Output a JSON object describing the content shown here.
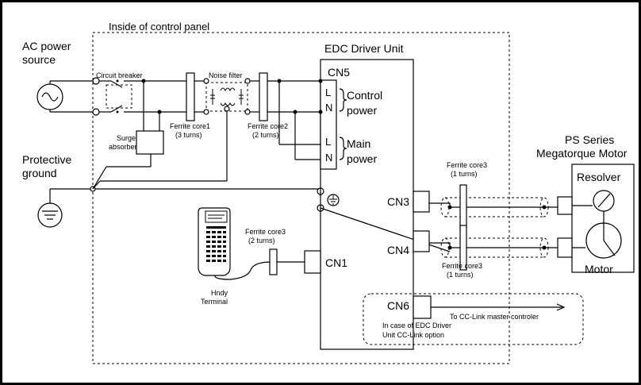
{
  "labels": {
    "panel_title": "Inside of control panel",
    "ac_power_line1": "AC power",
    "ac_power_line2": "source",
    "protective_line1": "Protective",
    "protective_line2": "ground",
    "circuit_breaker": "Circuit breaker",
    "noise_filter": "Noise filter",
    "surge_line1": "Surge",
    "surge_line2": "absorber",
    "ferrite1_line1": "Ferrite core1",
    "ferrite1_line2": "(3 turns)",
    "ferrite2_line1": "Ferrite core2",
    "ferrite2_line2": "(2 turns)",
    "edc_unit": "EDC Driver Unit",
    "cn5": "CN5",
    "cn3": "CN3",
    "cn4": "CN4",
    "cn1": "CN1",
    "cn6": "CN6",
    "term_l1": "L",
    "term_n1": "N",
    "term_l2": "L",
    "term_n2": "N",
    "control_line1": "Control",
    "control_line2": "power",
    "main_line1": "Main",
    "main_line2": "power",
    "ferrite3_top_line1": "Ferrite core3",
    "ferrite3_top_line2": "(1 turns)",
    "ferrite3_bot_line1": "Ferrite core3",
    "ferrite3_bot_line2": "(1 turns)",
    "ferrite3_hand_line1": "Ferrite core3",
    "ferrite3_hand_line2": "(2 turns)",
    "ps_series": "PS Series",
    "megatorque": "Megatorque Motor",
    "resolver": "Resolver",
    "motor": "Motor",
    "handy_line1": "Hndy",
    "handy_line2": "Terminal",
    "cclink_dest": "To CC-Link master controler",
    "cclink_note_line1": "In case of EDC Driver",
    "cclink_note_line2": "Unit CC-Link option"
  },
  "icons": {
    "ac_source": "ac-source-icon",
    "ground": "ground-icon",
    "handy_terminal": "handy-terminal-icon",
    "resolver": "resolver-icon",
    "motor": "motor-icon"
  }
}
